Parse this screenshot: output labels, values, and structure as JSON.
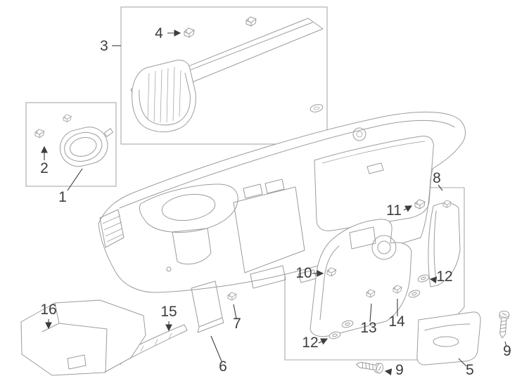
{
  "colors": {
    "bg": "#ffffff",
    "line": "#9c9c9c",
    "callout": "#3d3d3d",
    "box": "#a8a8a8"
  },
  "callouts": {
    "c1": {
      "label": "1"
    },
    "c2": {
      "label": "2"
    },
    "c3": {
      "label": "3"
    },
    "c4": {
      "label": "4"
    },
    "c5": {
      "label": "5"
    },
    "c6": {
      "label": "6"
    },
    "c7": {
      "label": "7"
    },
    "c8": {
      "label": "8"
    },
    "c9_right": {
      "label": "9"
    },
    "c9_bottom": {
      "label": "9"
    },
    "c10": {
      "label": "10"
    },
    "c11": {
      "label": "11"
    },
    "c12_upper": {
      "label": "12"
    },
    "c12_lower": {
      "label": "12"
    },
    "c13": {
      "label": "13"
    },
    "c14": {
      "label": "14"
    },
    "c15": {
      "label": "15"
    },
    "c16": {
      "label": "16"
    }
  }
}
